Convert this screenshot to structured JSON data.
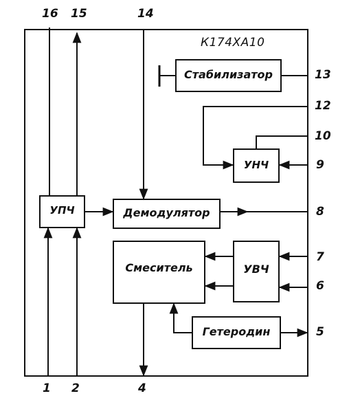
{
  "chip_name": "К174ХА10",
  "blocks": {
    "upch": "УПЧ",
    "demodulator": "Демодулятор",
    "stabilizer": "Стабилизатор",
    "unch": "УНЧ",
    "mixer": "Смеситель",
    "uvch": "УВЧ",
    "oscillator": "Гетеродин"
  },
  "pins": {
    "p1": "1",
    "p2": "2",
    "p4": "4",
    "p5": "5",
    "p6": "6",
    "p7": "7",
    "p8": "8",
    "p9": "9",
    "p10": "10",
    "p12": "12",
    "p13": "13",
    "p14": "14",
    "p15": "15",
    "p16": "16"
  }
}
